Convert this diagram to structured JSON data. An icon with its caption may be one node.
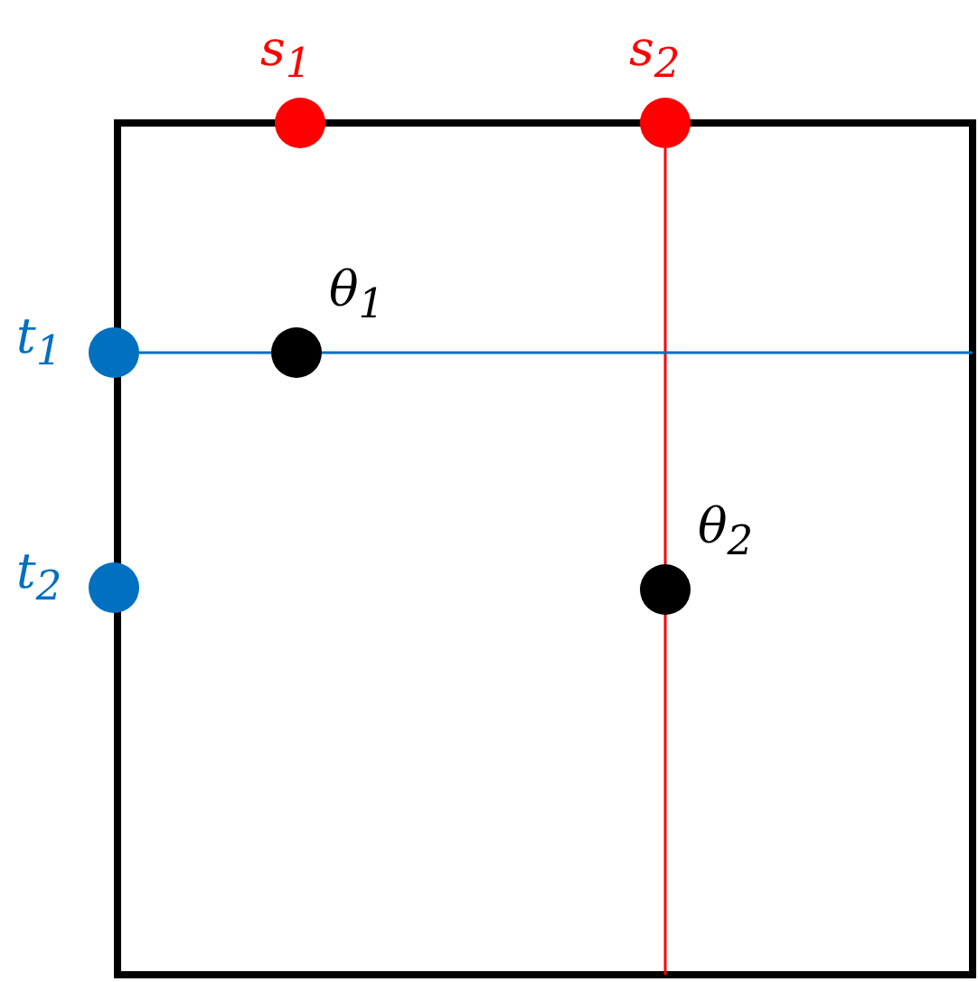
{
  "diagram": {
    "nodes": [
      {
        "text": [],
        "shape": "circle",
        "beside": [
          "s$_{1}$"
        ]
      },
      {
        "text": [],
        "shape": "circle",
        "beside": [
          "s$_{2}$"
        ]
      },
      {
        "text": [],
        "shape": "circle",
        "beside": [
          "t$_{1}$"
        ]
      },
      {
        "text": [],
        "shape": "circle",
        "beside": [
          "θ$_{1}$"
        ]
      },
      {
        "text": [],
        "shape": "circle",
        "beside": [
          "t$_{2}$"
        ]
      },
      {
        "text": [],
        "shape": "circle",
        "beside": [
          "θ$_{2}$"
        ]
      }
    ],
    "edges": [
      {
        "from": 1,
        "to": null,
        "arrow": "none",
        "color": "#ff0000"
      },
      {
        "from": 2,
        "to": null,
        "arrow": "none",
        "color": "#0070c0"
      }
    ]
  }
}
